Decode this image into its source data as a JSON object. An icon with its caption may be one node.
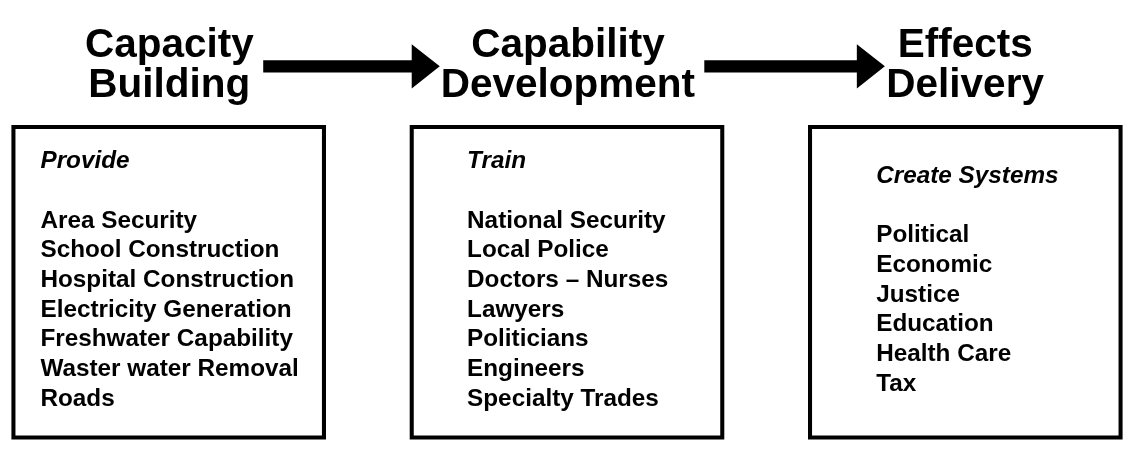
{
  "diagram": {
    "nodes": [
      {
        "text": [
          "Capacity Building"
        ]
      },
      {
        "text": [
          "Capability Development"
        ]
      },
      {
        "text": [
          "Effects Delivery"
        ]
      },
      {
        "text": [
          "Provide",
          "Area Security",
          "School Construction",
          "Hospital Construction",
          "Electricity Generation",
          "Freshwater Capability",
          "Waster water Removal",
          "Roads"
        ]
      },
      {
        "text": [
          "Train",
          "National Security",
          "Local Police",
          "Doctors – Nurses",
          "Lawyers",
          "Politicians",
          "Engineers",
          "Specialty Trades"
        ]
      },
      {
        "text": [
          "Create Systems",
          "Political",
          "Economic",
          "Justice",
          "Education",
          "Health Care",
          "Tax"
        ]
      }
    ],
    "edges": [
      {
        "from": 0,
        "to": 1,
        "arrow": "to"
      },
      {
        "from": 1,
        "to": 2,
        "arrow": "to"
      }
    ]
  }
}
